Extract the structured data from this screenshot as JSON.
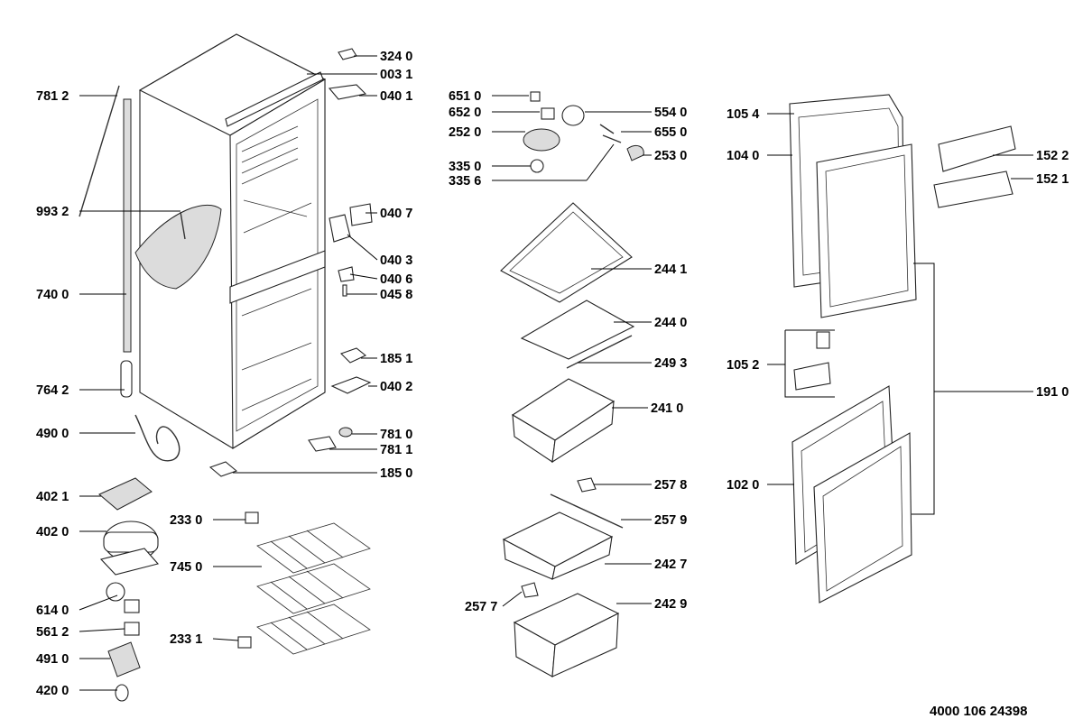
{
  "labels": {
    "p324_0": "324 0",
    "p003_1": "003 1",
    "p040_1": "040 1",
    "p781_2": "781 2",
    "p993_2": "993 2",
    "p740_0": "740 0",
    "p764_2": "764 2",
    "p490_0": "490 0",
    "p040_7": "040 7",
    "p040_3": "040 3",
    "p040_6": "040 6",
    "p045_8": "045 8",
    "p185_1": "185 1",
    "p040_2": "040 2",
    "p781_0": "781 0",
    "p781_1": "781 1",
    "p185_0": "185 0",
    "p402_1": "402 1",
    "p402_0": "402 0",
    "p614_0": "614 0",
    "p561_2": "561 2",
    "p491_0": "491 0",
    "p420_0": "420 0",
    "p233_0": "233 0",
    "p745_0": "745 0",
    "p233_1": "233 1",
    "p651_0": "651 0",
    "p652_0": "652 0",
    "p252_0": "252 0",
    "p335_0": "335 0",
    "p335_6": "335 6",
    "p554_0": "554 0",
    "p655_0": "655 0",
    "p253_0": "253 0",
    "p244_1": "244 1",
    "p244_0": "244 0",
    "p249_3": "249 3",
    "p241_0": "241 0",
    "p257_8": "257 8",
    "p257_9": "257 9",
    "p242_7": "242 7",
    "p257_7": "257 7",
    "p242_9": "242 9",
    "p105_4": "105 4",
    "p104_0": "104 0",
    "p152_2": "152 2",
    "p152_1": "152 1",
    "p105_2": "105 2",
    "p191_0": "191 0",
    "p102_0": "102 0"
  },
  "document_number": "4000 106 24398"
}
